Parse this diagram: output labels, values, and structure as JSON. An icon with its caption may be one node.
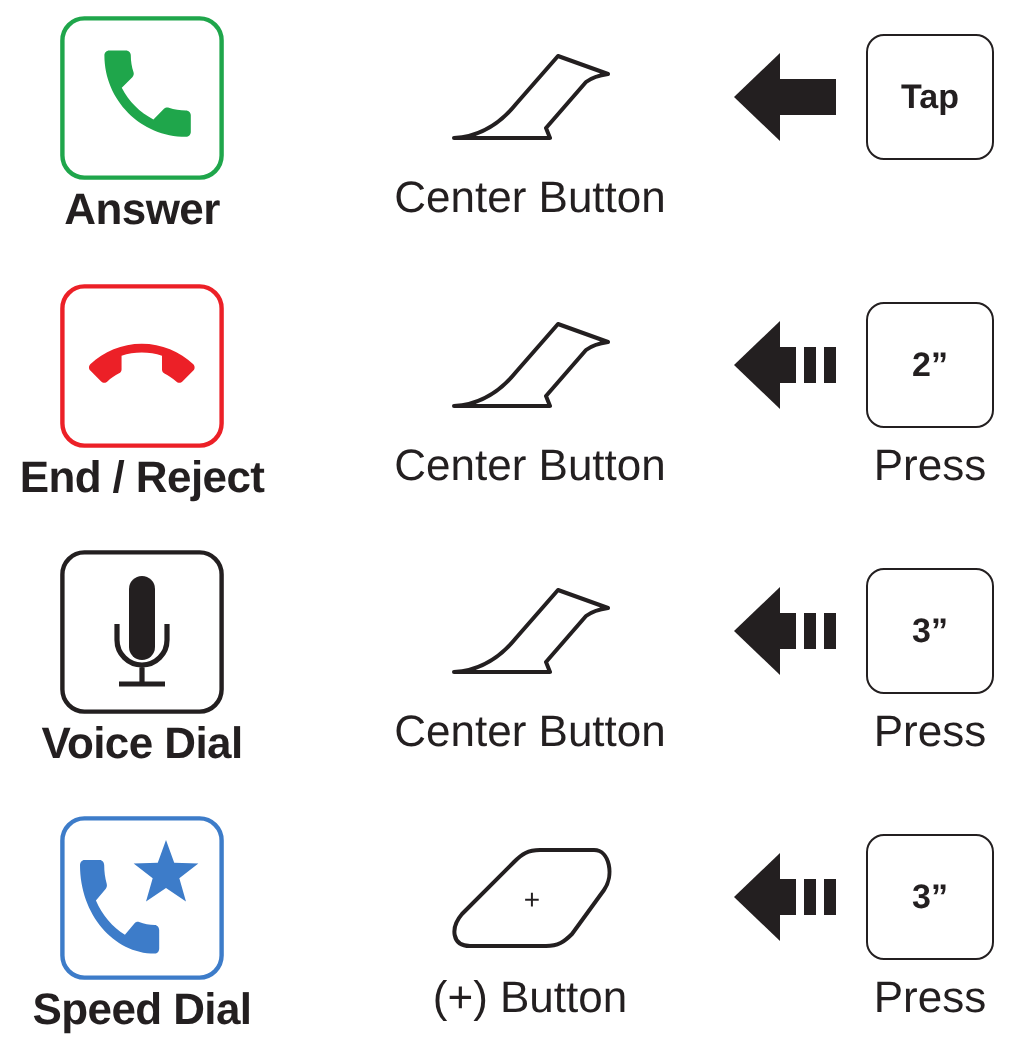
{
  "diagram": {
    "nodes": [
      {
        "text": [
          "Answer"
        ]
      },
      {
        "text": [
          "Center Button"
        ]
      },
      {
        "text": [
          "Tap"
        ]
      },
      {
        "text": [
          "End / Reject"
        ]
      },
      {
        "text": [
          "Center Button"
        ]
      },
      {
        "text": [
          "2”"
        ],
        "beside": [
          "Press"
        ]
      },
      {
        "text": [
          "Voice Dial"
        ]
      },
      {
        "text": [
          "Center Button"
        ]
      },
      {
        "text": [
          "3”"
        ],
        "beside": [
          "Press"
        ]
      },
      {
        "text": [
          "Speed Dial"
        ]
      },
      {
        "text": [
          "+",
          "(+) Button"
        ]
      },
      {
        "text": [
          "3”"
        ],
        "beside": [
          "Press"
        ]
      }
    ],
    "edges": [
      {
        "from": 2,
        "to": 1,
        "arrow": "to"
      },
      {
        "from": 5,
        "to": 4,
        "arrow": "to",
        "style": "dashed"
      },
      {
        "from": 8,
        "to": 7,
        "arrow": "to",
        "style": "dashed"
      },
      {
        "from": 11,
        "to": 10,
        "arrow": "to",
        "style": "dashed"
      }
    ]
  }
}
